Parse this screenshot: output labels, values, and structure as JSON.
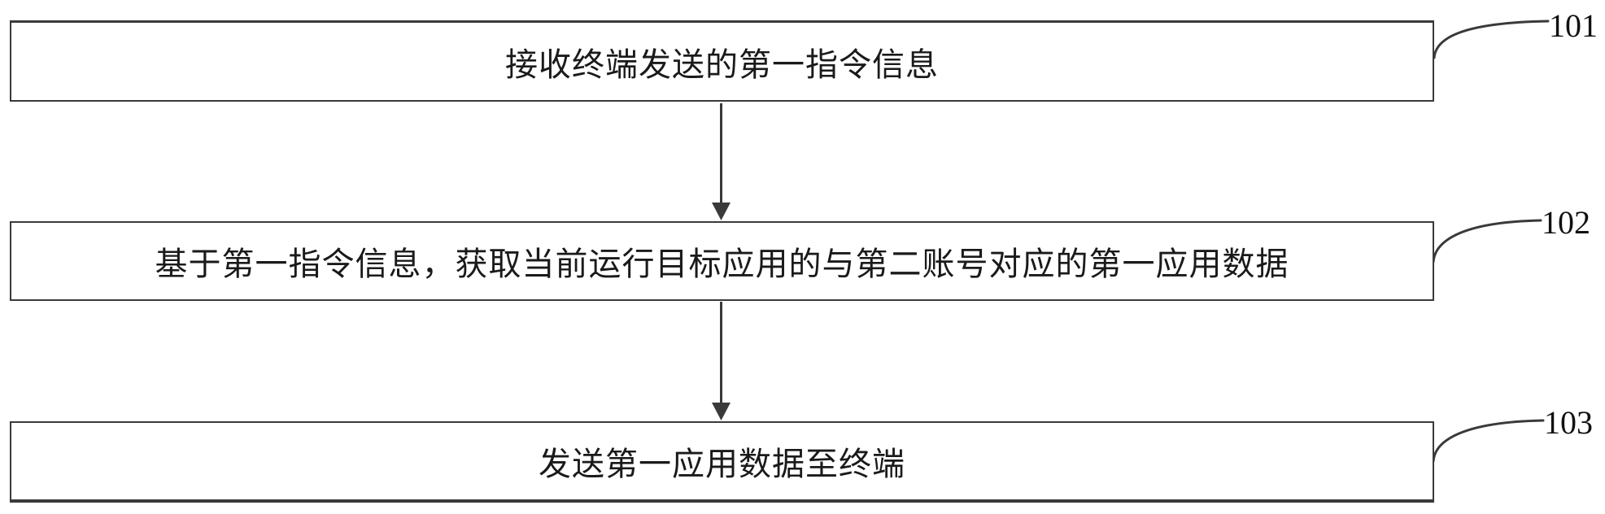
{
  "figure": {
    "type": "flowchart",
    "direction": "top-to-bottom",
    "steps": [
      {
        "ref": "101",
        "text": "接收终端发送的第一指令信息"
      },
      {
        "ref": "102",
        "text": "基于第一指令信息，获取当前运行目标应用的与第二账号对应的第一应用数据"
      },
      {
        "ref": "103",
        "text": "发送第一应用数据至终端"
      }
    ],
    "connectors": [
      {
        "from": "101",
        "to": "102",
        "style": "solid-arrow-down"
      },
      {
        "from": "102",
        "to": "103",
        "style": "solid-arrow-down"
      }
    ],
    "colors": {
      "line": "#3a3a3a",
      "text": "#1a1a1a",
      "background": "#ffffff"
    }
  }
}
